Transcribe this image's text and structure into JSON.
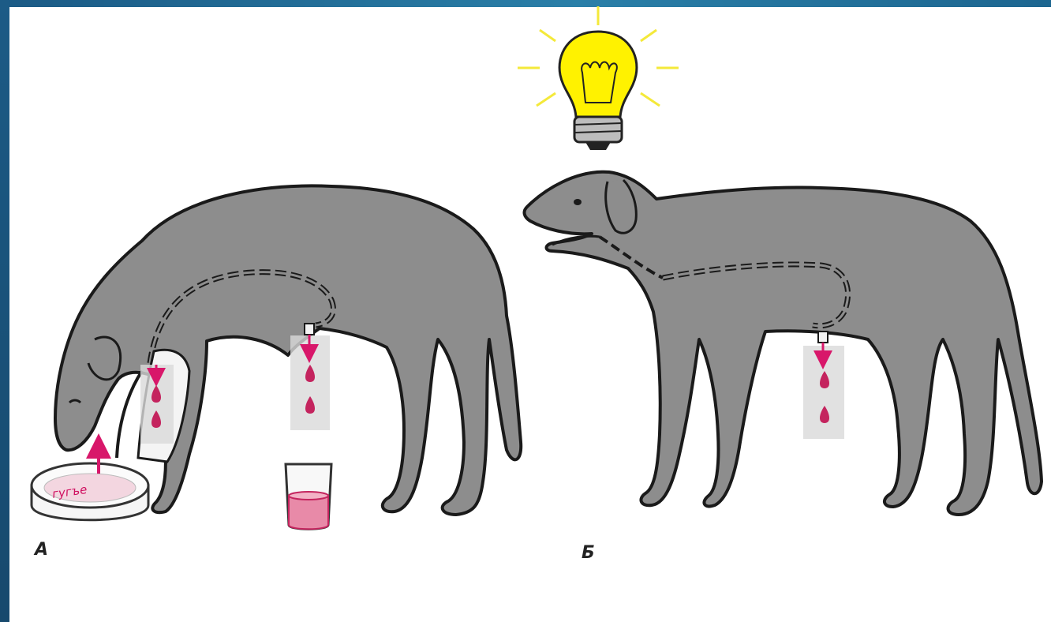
{
  "labels": {
    "panel_a": "А",
    "panel_b": "Б",
    "food": "гугъе"
  },
  "colors": {
    "dog_body": "#8d8d8d",
    "outline": "#1a1a1a",
    "saliva": "#c4245e",
    "arrow": "#d8176a",
    "bulb": "#fff200",
    "frame": "#1c5b86"
  },
  "icons": [
    "light-bulb-icon",
    "food-bowl-icon",
    "beaker-icon",
    "saliva-drop-icon",
    "arrow-up-icon",
    "arrow-down-icon"
  ]
}
